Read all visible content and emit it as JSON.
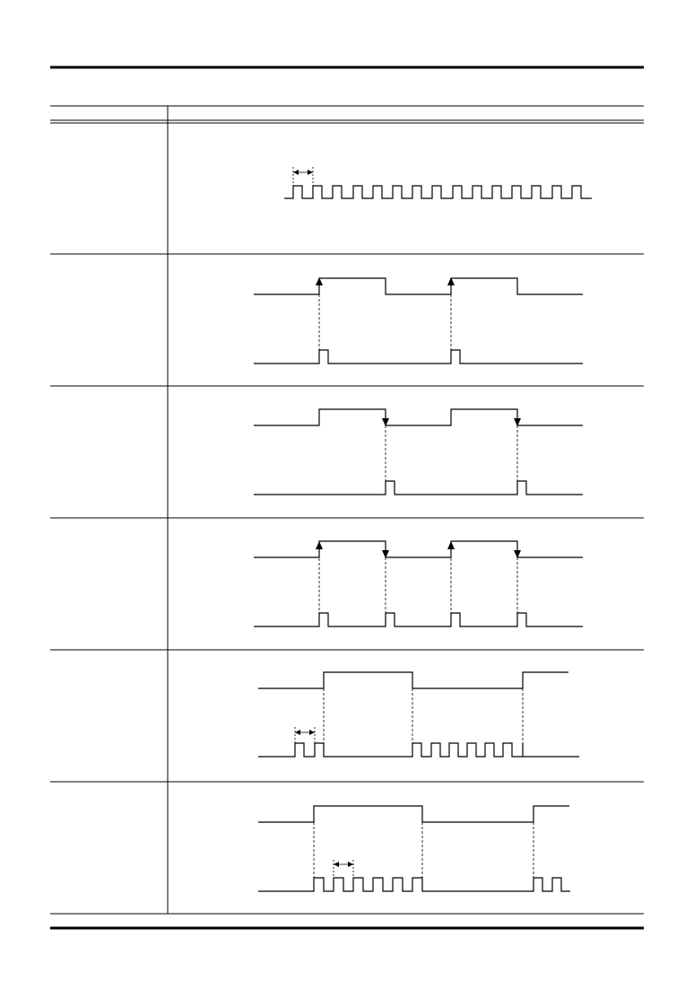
{
  "document": {
    "type": "timing-diagram-table",
    "colors": {
      "ink": "#000000",
      "background": "#ffffff"
    }
  },
  "table": {
    "header": {
      "col1": "",
      "col2": ""
    },
    "rows": [
      {
        "label": "",
        "diagram": "continuous-pulse-train"
      },
      {
        "label": "",
        "diagram": "rising-edge-trigger"
      },
      {
        "label": "",
        "diagram": "falling-edge-trigger"
      },
      {
        "label": "",
        "diagram": "both-edge-trigger"
      },
      {
        "label": "",
        "diagram": "gated-pulse-train"
      },
      {
        "label": "",
        "diagram": "gated-pulse-train-sync"
      }
    ]
  }
}
